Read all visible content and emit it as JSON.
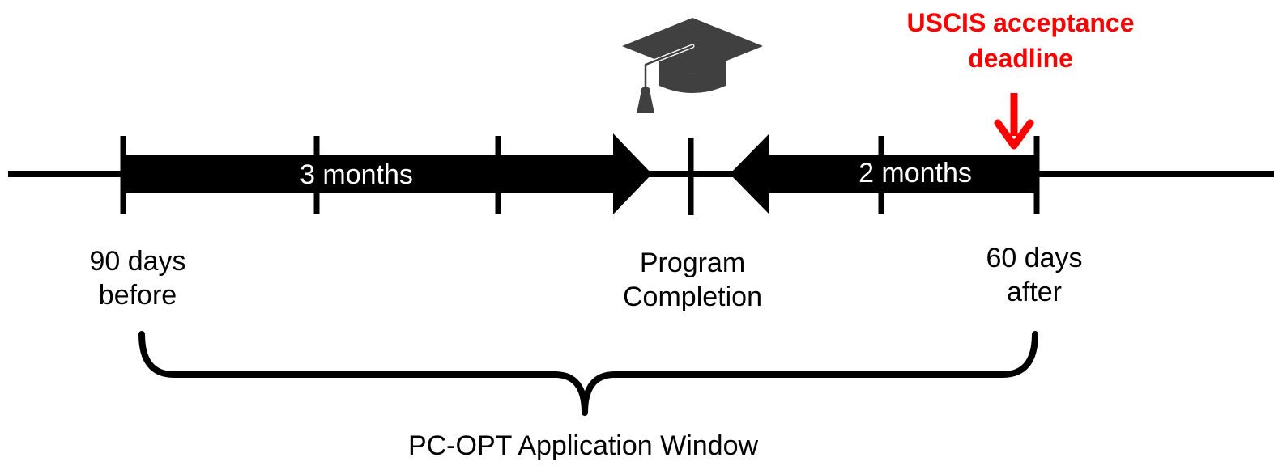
{
  "arrow_left_label": "3 months",
  "arrow_right_label": "2 months",
  "marker_start": {
    "line1": "90 days",
    "line2": "before"
  },
  "marker_completion": {
    "line1": "Program",
    "line2": "Completion"
  },
  "marker_end": {
    "line1": "60 days",
    "line2": "after"
  },
  "deadline": {
    "line1": "USCIS acceptance",
    "line2": "deadline",
    "color": "#ff0000"
  },
  "window_label": "PC-OPT Application Window",
  "icons": {
    "completion_icon": "graduation-cap-icon",
    "deadline_icon": "down-arrow-icon"
  },
  "colors": {
    "timeline": "#000000",
    "icon": "#404040",
    "arrow_text": "#ffffff"
  }
}
